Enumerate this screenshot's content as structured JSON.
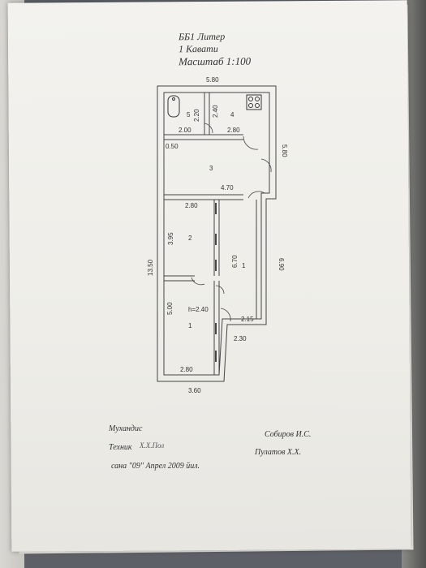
{
  "header": {
    "line1": "ББ1  Литер",
    "line2": "1  Кавати",
    "line3": "Масштаб 1:100"
  },
  "plan": {
    "dims": {
      "top_width": "5.80",
      "bottom_width": "3.60",
      "total_height": "13.50",
      "right_upper": "5.80",
      "room5_height": "2.20",
      "room5_width": "2.00",
      "room4_height": "2.40",
      "room4_width": "2.80",
      "offset": "0.50",
      "room3_width": "4.70",
      "room2_width": "2.80",
      "room2_height": "3.95",
      "corridor_height": "6.70",
      "right_lower": "6.90",
      "corridor_step": "2.15",
      "corridor_bottom": "2.30",
      "room1_height": "5.00",
      "room1_width": "2.80",
      "ceiling": "h=2.40"
    },
    "rooms": {
      "r5": "5",
      "r4": "4",
      "r3": "3",
      "r2": "2",
      "r1": "1",
      "r1b": "1"
    }
  },
  "signatures": {
    "engineer_label": "Мухандис",
    "technician_label": "Техник",
    "technician_sign": "Х.Х.Пол",
    "date_label": "сана  \"09\" Апрел   2009 йил.",
    "engineer_name": "Собиров И.С.",
    "technician_name": "Пулатов Х.Х."
  }
}
